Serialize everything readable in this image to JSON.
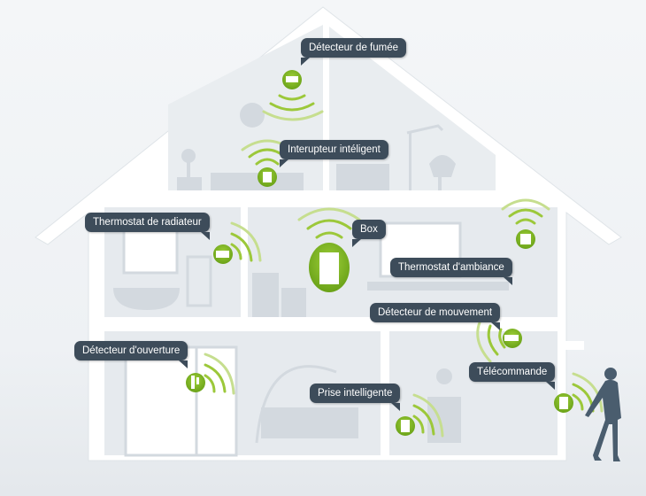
{
  "labels": {
    "smoke_detector": "Détecteur de fumée",
    "smart_switch": "Interupteur intéligent",
    "radiator_thermostat": "Thermostat de radiateur",
    "box": "Box",
    "room_thermostat": "Thermostat d'ambiance",
    "motion_detector": "Détecteur de mouvement",
    "opening_detector": "Détecteur d'ouverture",
    "smart_plug": "Prise intelligente",
    "remote_control": "Télécommande"
  },
  "colors": {
    "bubble": "#3d4c5a",
    "device_green": "#7ab51d",
    "wave_green": "#9cc83a",
    "house_wall": "#ffffff",
    "room_fill": "#e6eaee",
    "furniture": "#d3d9df",
    "person": "#4a5d6e"
  }
}
